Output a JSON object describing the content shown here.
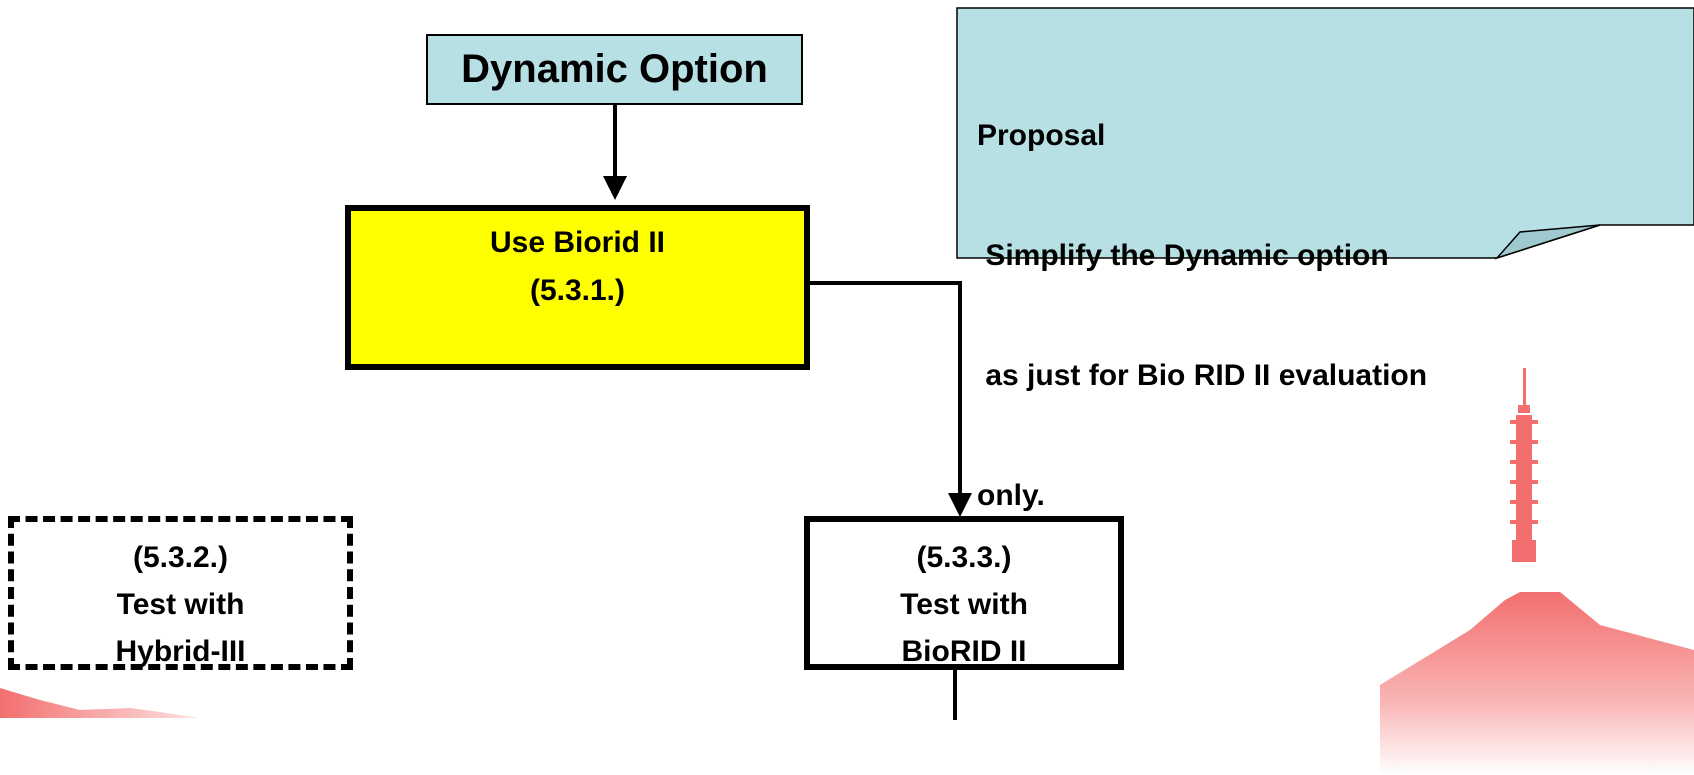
{
  "diagram": {
    "dynamic_option": {
      "label": "Dynamic Option"
    },
    "use_biorid": {
      "line1": "Use Biorid II",
      "line2": "(5.3.1.)"
    },
    "test_hybrid": {
      "line1": "(5.3.2.)",
      "line2": "Test with",
      "line3": "Hybrid-III"
    },
    "test_biorid": {
      "line1": "(5.3.3.)",
      "line2": "Test with",
      "line3": "BioRID II"
    },
    "note": {
      "line1": "Proposal",
      "line2": " Simplify the Dynamic option",
      "line3": " as just for Bio RID II evaluation",
      "line4": "only."
    }
  },
  "colors": {
    "header_fill": "#b7e0e5",
    "highlight_fill": "#ffff00",
    "note_fill": "#b7e0e5",
    "decor_pink": "#f47a7a"
  }
}
